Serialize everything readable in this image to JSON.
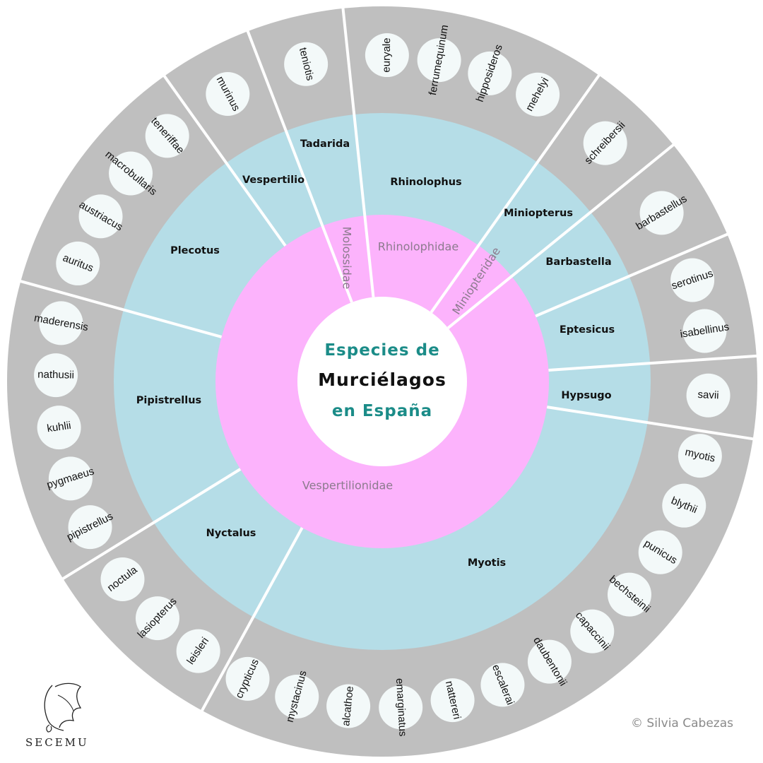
{
  "title": {
    "line1": "Especies de",
    "line2": "Murciélagos",
    "line3": "en España"
  },
  "families": [
    {
      "name": "Rhinolophidae",
      "genera": [
        {
          "name": "Rhinolophus",
          "species": [
            "euryale",
            "ferrumequinum",
            "hipposideros",
            "mehelyi"
          ]
        }
      ]
    },
    {
      "name": "Miniopteridae",
      "genera": [
        {
          "name": "Miniopterus",
          "species": [
            "schreibersii"
          ]
        }
      ]
    },
    {
      "name": "Vespertilionidae",
      "genera": [
        {
          "name": "Barbastella",
          "species": [
            "barbastellus"
          ]
        },
        {
          "name": "Eptesicus",
          "species": [
            "serotinus",
            "isabellinus"
          ]
        },
        {
          "name": "Hypsugo",
          "species": [
            "savii"
          ]
        },
        {
          "name": "Myotis",
          "species": [
            "myotis",
            "blythii",
            "punicus",
            "bechsteinii",
            "capaccinii",
            "daubentonii",
            "escalerai",
            "nattereri",
            "emarginatus",
            "alcathoe",
            "mystacinus",
            "crypticus"
          ]
        },
        {
          "name": "Nyctalus",
          "species": [
            "leisleri",
            "lasiopterus",
            "noctula"
          ]
        },
        {
          "name": "Pipistrellus",
          "species": [
            "pipistrellus",
            "pygmaeus",
            "kuhlii",
            "nathusii",
            "maderensis"
          ]
        },
        {
          "name": "Plecotus",
          "species": [
            "auritus",
            "austriacus",
            "macrobullaris",
            "teneriffae"
          ]
        },
        {
          "name": "Vespertilio",
          "species": [
            "murinus"
          ]
        }
      ]
    },
    {
      "name": "Molossidae",
      "genera": [
        {
          "name": "Tadarida",
          "species": [
            "teniotis"
          ]
        }
      ]
    }
  ],
  "colors": {
    "species_ring": "#bfbfbf",
    "genus_ring": "#b5dde7",
    "family_ring": "#fcb3fc",
    "species_circle": "#f3f9f9",
    "title_accent": "#1b8c88",
    "family_text": "#8c7b8e"
  },
  "credit": "© Silvia Cabezas",
  "logo": {
    "text": "SECEMU"
  }
}
